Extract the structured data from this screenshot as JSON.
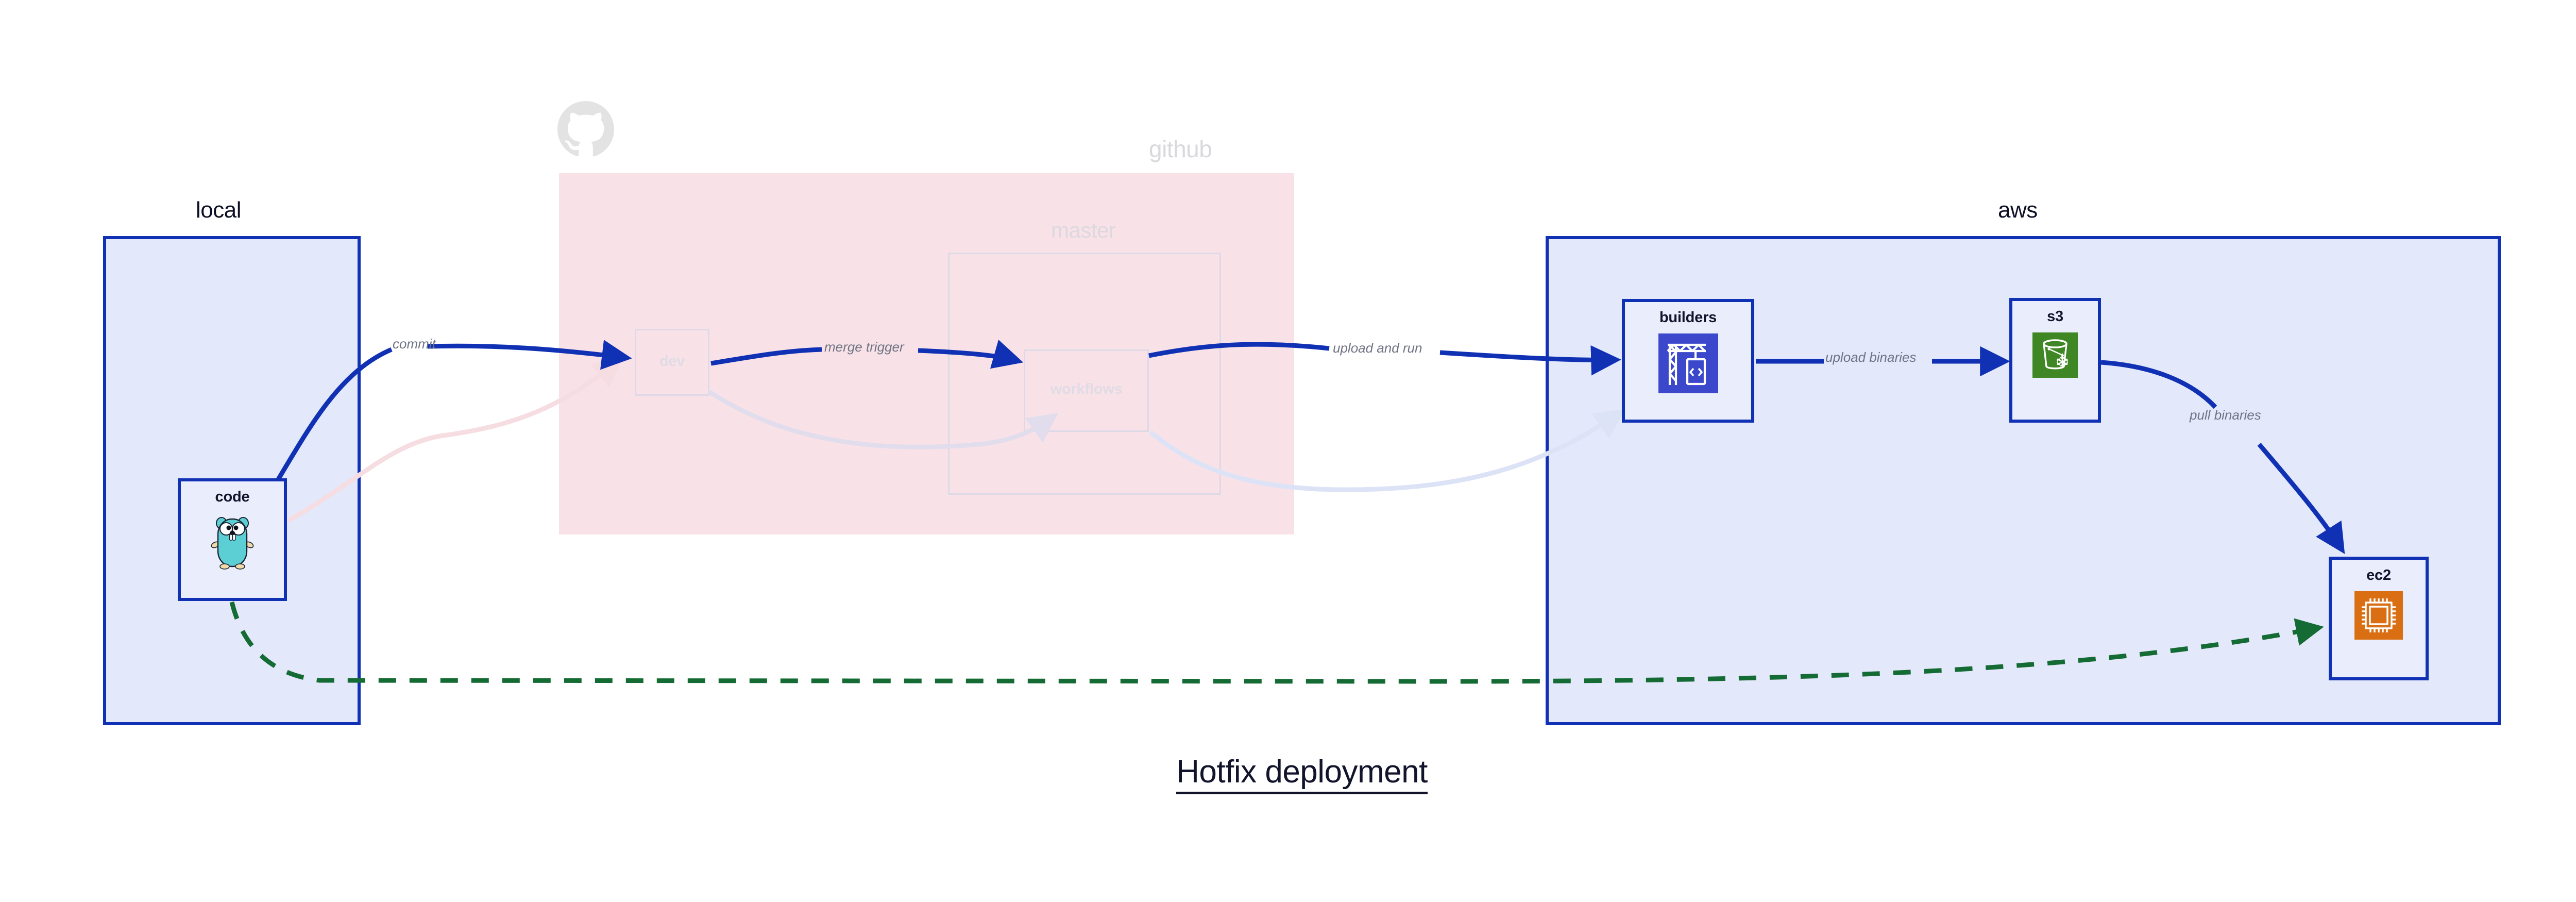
{
  "title": "Hotfix deployment",
  "groups": [
    {
      "id": "local",
      "label": "local",
      "style": "solid"
    },
    {
      "id": "github",
      "label": "github",
      "style": "faded"
    },
    {
      "id": "aws",
      "label": "aws",
      "style": "solid"
    }
  ],
  "subgroups": [
    {
      "id": "master",
      "label": "master",
      "parent": "github"
    }
  ],
  "nodes": [
    {
      "id": "code",
      "label": "code",
      "group": "local",
      "icon": "go-gopher-icon"
    },
    {
      "id": "dev",
      "label": "dev",
      "group": "github",
      "icon": "none"
    },
    {
      "id": "workflows",
      "label": "workflows",
      "group": "master",
      "icon": "none"
    },
    {
      "id": "builders",
      "label": "builders",
      "group": "aws",
      "icon": "aws-codebuild-icon"
    },
    {
      "id": "s3",
      "label": "s3",
      "group": "aws",
      "icon": "aws-s3-glacier-icon"
    },
    {
      "id": "ec2",
      "label": "ec2",
      "group": "aws",
      "icon": "aws-ec2-chip-icon"
    }
  ],
  "edges": [
    {
      "id": "e1",
      "from": "code",
      "to": "dev",
      "label": "commit",
      "style": "solid-blue"
    },
    {
      "id": "e2",
      "from": "dev",
      "to": "workflows",
      "label": "merge trigger",
      "style": "solid-blue"
    },
    {
      "id": "e3",
      "from": "workflows",
      "to": "builders",
      "label": "upload and run",
      "style": "solid-blue"
    },
    {
      "id": "e4",
      "from": "builders",
      "to": "s3",
      "label": "upload binaries",
      "style": "solid-blue"
    },
    {
      "id": "e5",
      "from": "s3",
      "to": "ec2",
      "label": "pull binaries",
      "style": "solid-blue"
    },
    {
      "id": "e6",
      "from": "code",
      "to": "ec2",
      "label": "",
      "style": "dashed-green"
    },
    {
      "id": "g1",
      "from": "code",
      "to": "dev",
      "label": "",
      "style": "ghost-pink"
    },
    {
      "id": "g2",
      "from": "dev",
      "to": "workflows",
      "label": "",
      "style": "ghost-violet"
    },
    {
      "id": "g3",
      "from": "workflows",
      "to": "builders",
      "label": "",
      "style": "ghost-blue"
    }
  ],
  "labels": {
    "commit": "commit",
    "merge_trigger": "merge trigger",
    "upload_and_run": "upload and run",
    "upload_binaries": "upload binaries",
    "pull_binaries": "pull binaries"
  },
  "icons": {
    "github_logo": "github-octocat-icon",
    "code": "go-gopher-icon",
    "builders": "aws-codebuild-icon",
    "s3": "aws-s3-glacier-icon",
    "ec2": "aws-ec2-chip-icon"
  },
  "colors": {
    "group_border": "#1031b4",
    "group_fill": "#e3e8fb",
    "node_fill": "#eaeefc",
    "edge_blue": "#1031b4",
    "edge_green": "#156b34",
    "github_fill": "#f9e2e7",
    "aws_codebuild": "#3b48cc",
    "aws_s3": "#3f8624",
    "aws_ec2": "#d96f12",
    "label_gray": "#6f7384",
    "title_color": "#11142b",
    "ghost_gray": "#ded9e6"
  }
}
